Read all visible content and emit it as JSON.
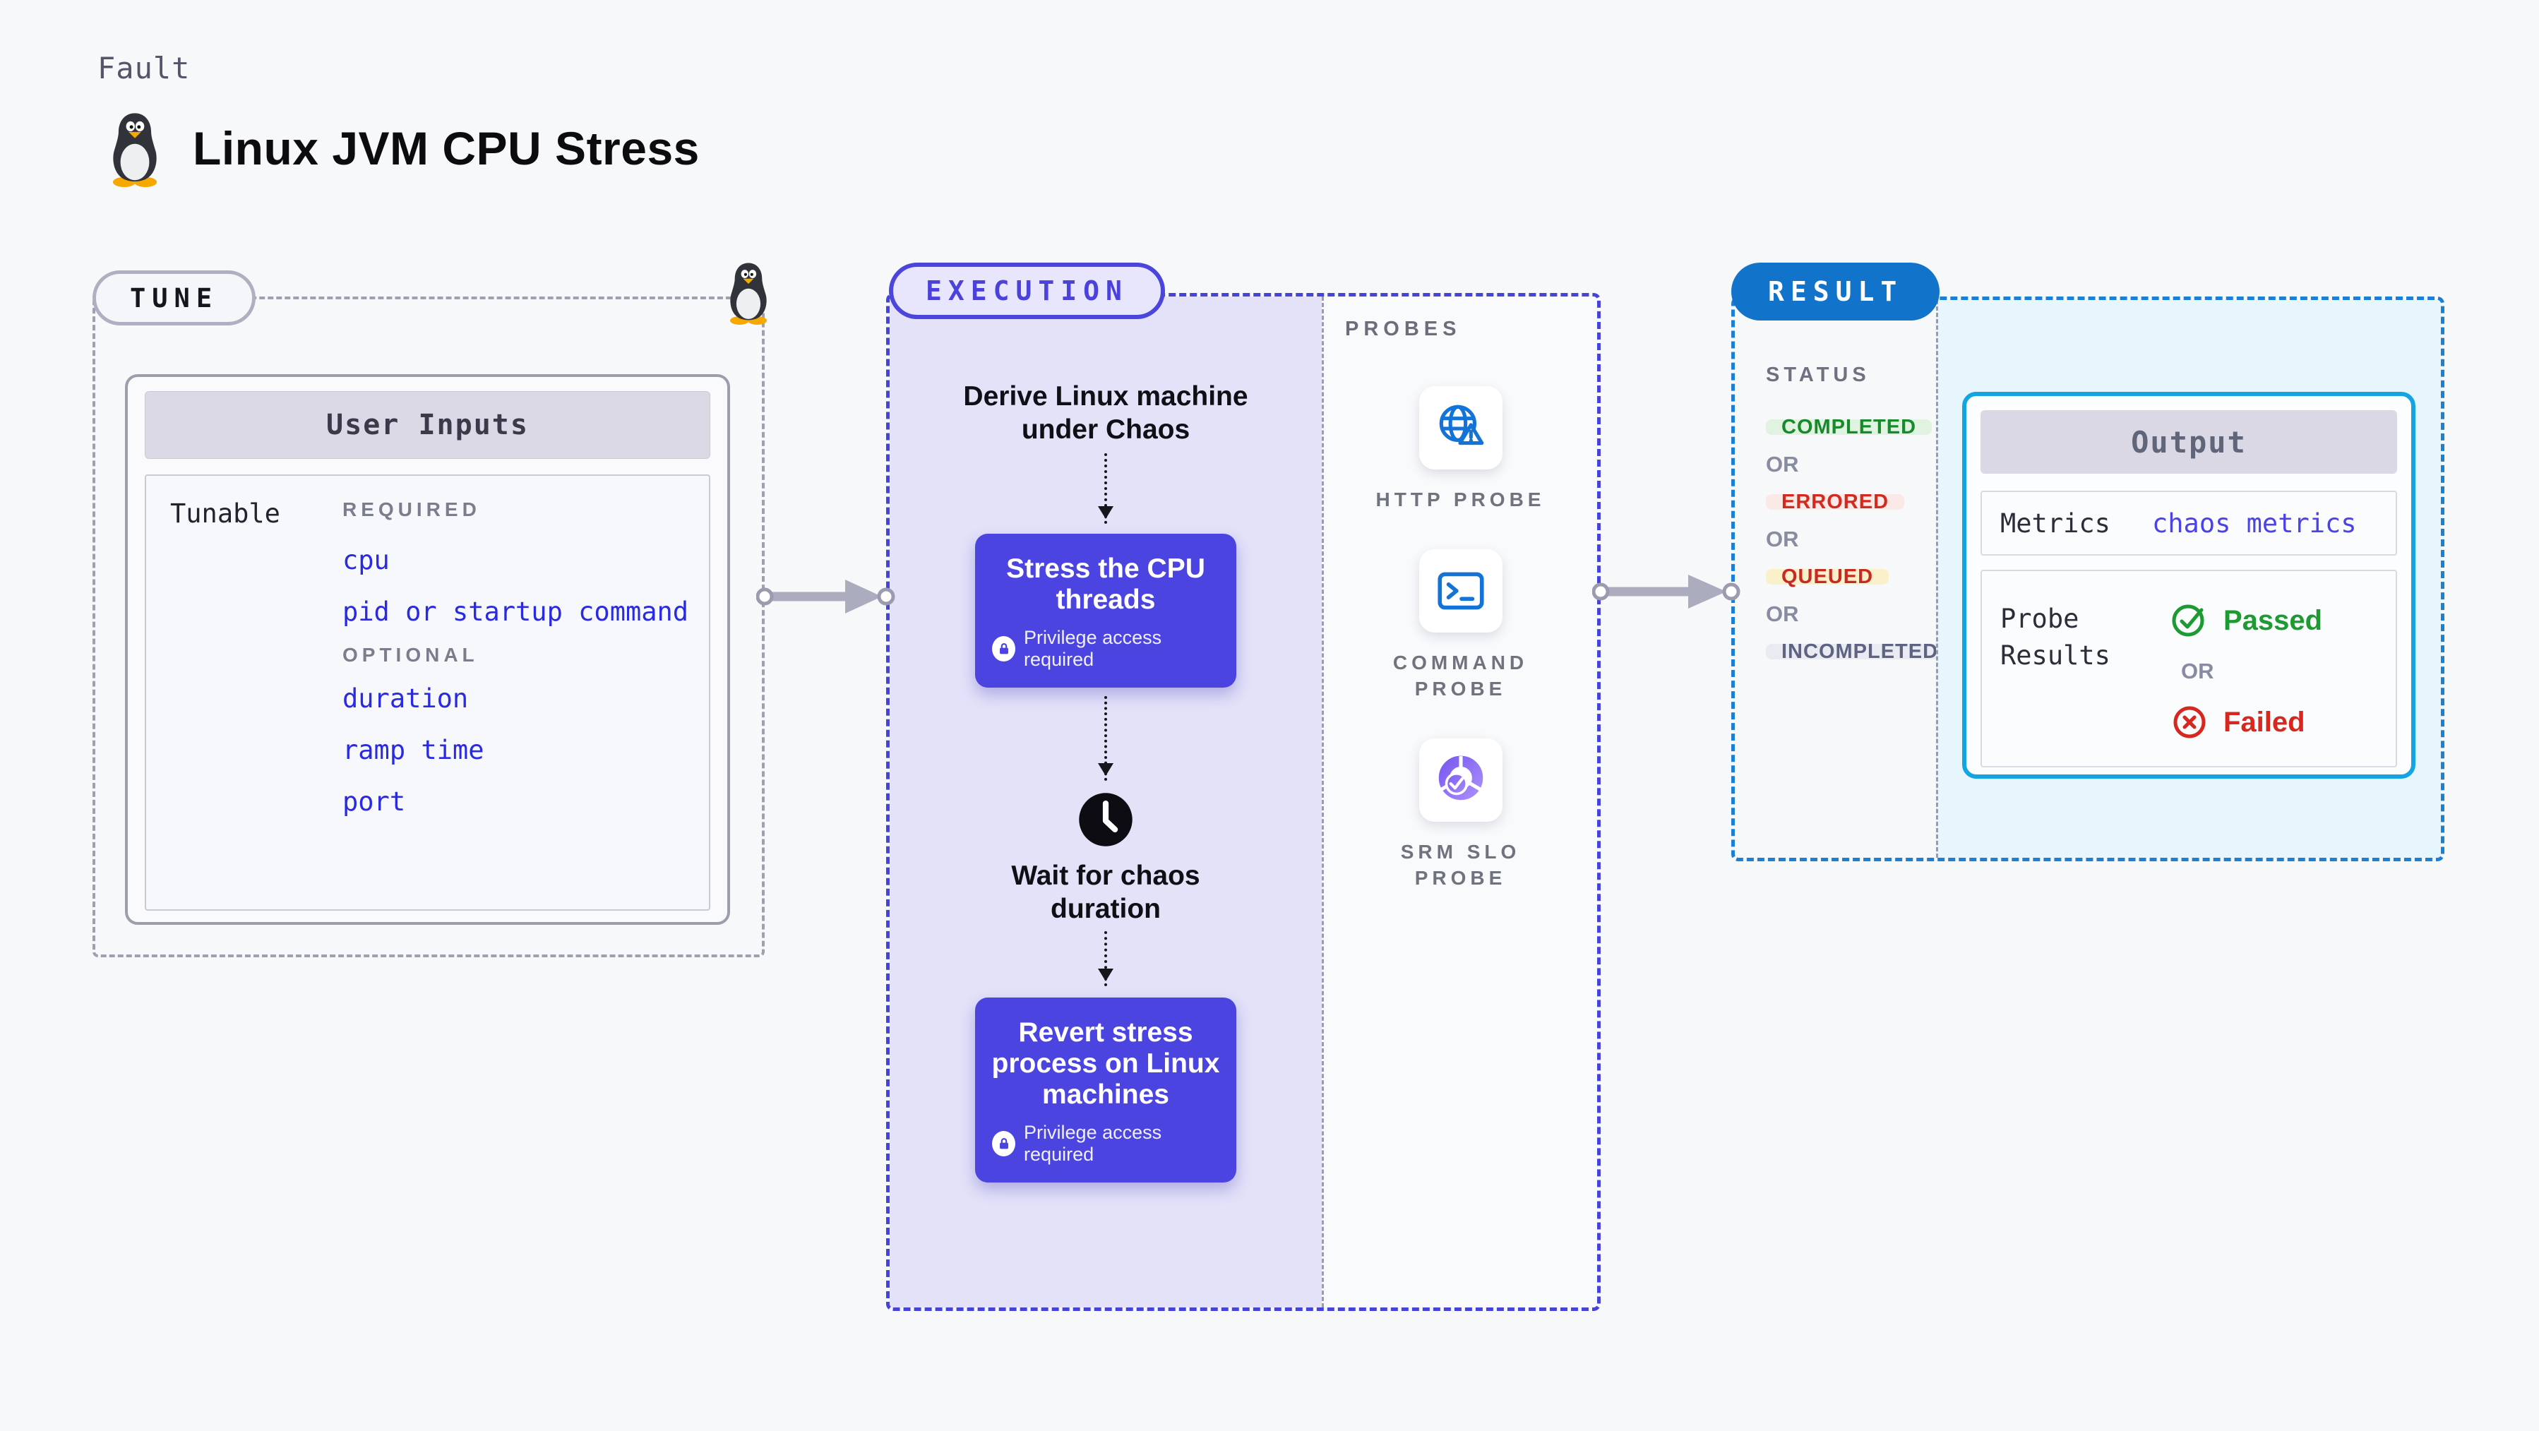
{
  "page": {
    "fault_label": "Fault",
    "title": "Linux JVM CPU Stress"
  },
  "tune": {
    "pill": "TUNE",
    "card_title": "User Inputs",
    "row_label": "Tunable",
    "required_label": "REQUIRED",
    "optional_label": "OPTIONAL",
    "required_items": [
      "cpu",
      "pid or startup command"
    ],
    "optional_items": [
      "duration",
      "ramp time",
      "port"
    ]
  },
  "execution": {
    "pill": "EXECUTION",
    "derive_text": "Derive Linux machine under Chaos",
    "stress_title": "Stress the CPU threads",
    "privilege_note": "Privilege access required",
    "wait_text": "Wait for chaos duration",
    "revert_title": "Revert stress process on Linux machines"
  },
  "probes": {
    "label": "PROBES",
    "items": [
      {
        "label": "HTTP PROBE",
        "icon": "globe-alert-icon"
      },
      {
        "label": "COMMAND PROBE",
        "icon": "terminal-icon"
      },
      {
        "label": "SRM SLO PROBE",
        "icon": "slo-donut-icon"
      }
    ]
  },
  "result": {
    "pill": "RESULT",
    "status_label": "STATUS",
    "or_label": "OR",
    "statuses": [
      {
        "label": "COMPLETED"
      },
      {
        "label": "ERRORED"
      },
      {
        "label": "QUEUED"
      },
      {
        "label": "INCOMPLETED"
      }
    ],
    "output": {
      "title": "Output",
      "metrics_label": "Metrics",
      "metrics_value": "chaos metrics",
      "probe_results_label": "Probe Results",
      "passed_label": "Passed",
      "failed_label": "Failed"
    }
  },
  "colors": {
    "indigo_accent": "#4C44E0",
    "execution_bg": "#E3E2F9",
    "result_blue": "#1174CA",
    "output_border": "#12A5E2",
    "output_bg": "#E7F5FD",
    "pink_logo": "#F2568F",
    "passed_green": "#1D9A32",
    "failed_red": "#D6281E",
    "probe_icon_blue": "#1373D6",
    "slo_purple": "#8B5CF6"
  }
}
